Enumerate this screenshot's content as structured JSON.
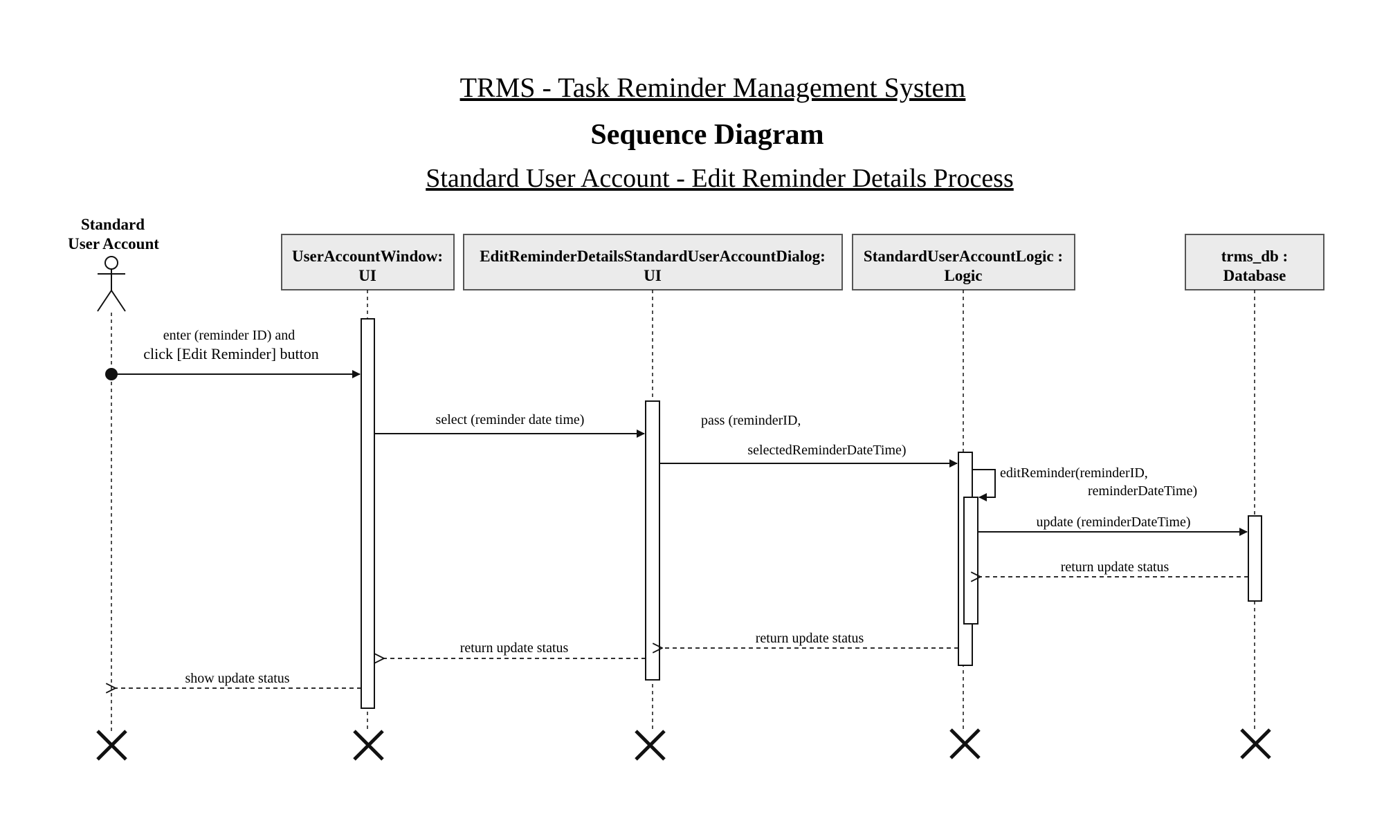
{
  "titles": {
    "system": "TRMS - Task Reminder Management System",
    "diagram_type": "Sequence Diagram",
    "process": "Standard User Account - Edit Reminder Details Process"
  },
  "participants": {
    "actor": {
      "line1": "Standard",
      "line2": "User Account"
    },
    "ui_window": {
      "line1": "UserAccountWindow:",
      "line2": "UI"
    },
    "dialog": {
      "line1": "EditReminderDetailsStandardUserAccountDialog:",
      "line2": "UI"
    },
    "logic": {
      "line1": "StandardUserAccountLogic :",
      "line2": "Logic"
    },
    "db": {
      "line1": "trms_db :",
      "line2": "Database"
    }
  },
  "messages": {
    "m1_line1": "enter (reminder ID) and",
    "m1_line2": "click [Edit Reminder] button",
    "m2": "select (reminder date time)",
    "m3_line1": "pass (reminderID,",
    "m3_line2": "selectedReminderDateTime)",
    "m4_line1": "editReminder(reminderID,",
    "m4_line2": "reminderDateTime)",
    "m5": "update (reminderDateTime)",
    "m6": "return update status",
    "m7": "return update status",
    "m8": "return update status",
    "m9": "show update status"
  },
  "colors": {
    "box_fill": "#ebebeb",
    "stroke": "#111111",
    "background": "#ffffff"
  }
}
